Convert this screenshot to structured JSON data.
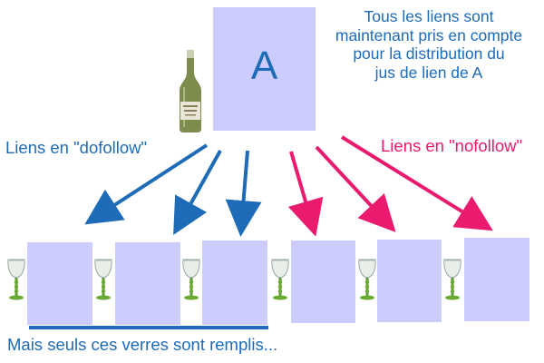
{
  "node": {
    "label": "A"
  },
  "caption_top": [
    "Tous les liens sont",
    "maintenant pris en compte",
    "pour la distribution du",
    "jus de lien de A"
  ],
  "label_dofollow": "Liens en \"dofollow\"",
  "label_nofollow": "Liens en \"nofollow\"",
  "caption_bottom": "Mais seuls ces verres sont remplis...",
  "colors": {
    "dofollow": "#1e6bb8",
    "nofollow": "#ea1a6e",
    "box": "#ccccff"
  },
  "icons": {
    "bottle": "wine-bottle-icon",
    "glass": "wine-glass-icon"
  }
}
